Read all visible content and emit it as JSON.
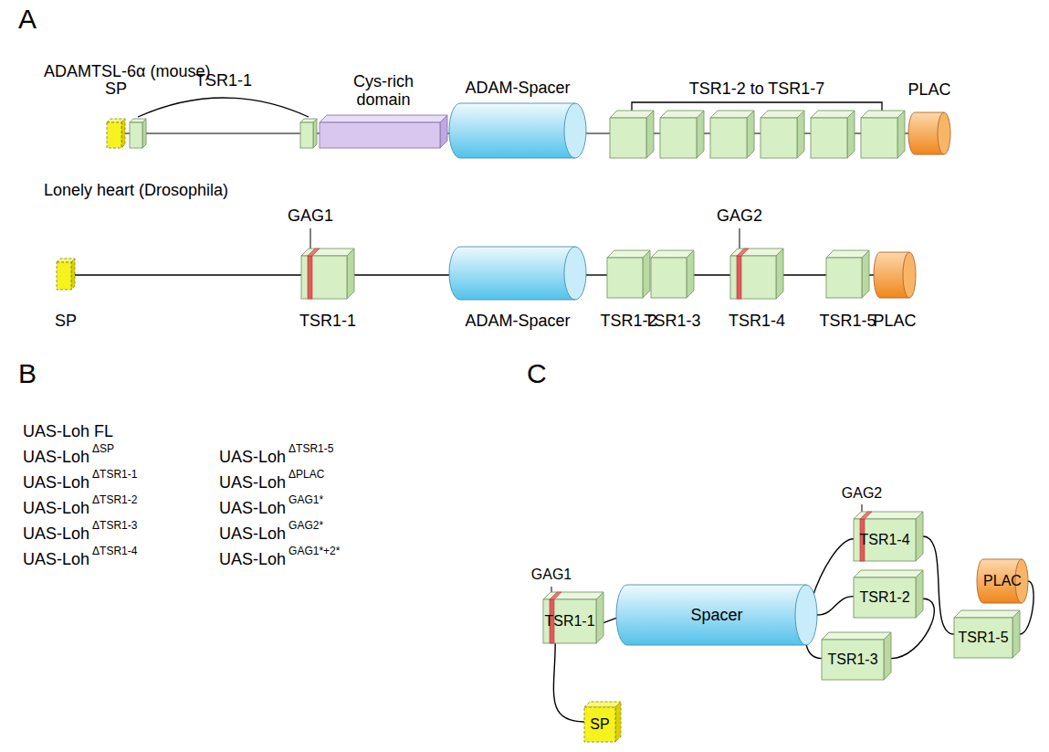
{
  "diagram": {
    "nodes": [
      {
        "text": [
          "SP"
        ]
      },
      {
        "text": [
          "Cys-rich domain"
        ]
      },
      {
        "text": [
          "ADAM-Spacer"
        ]
      },
      {
        "text": [
          "PLAC"
        ]
      },
      {
        "text": [
          "SP"
        ]
      },
      {
        "text": [
          "TSR1-1"
        ]
      },
      {
        "text": [
          "ADAM-Spacer"
        ]
      },
      {
        "text": [
          "TSR1-2"
        ]
      },
      {
        "text": [
          "TSR1-3"
        ]
      },
      {
        "text": [
          "TSR1-4"
        ]
      },
      {
        "text": [
          "TSR1-5"
        ]
      },
      {
        "text": [
          "PLAC"
        ]
      },
      {
        "text": [
          "TSR1-1"
        ]
      },
      {
        "text": [
          "SP"
        ]
      },
      {
        "text": [
          "Spacer"
        ]
      },
      {
        "text": [
          "TSR1-4"
        ]
      },
      {
        "text": [
          "TSR1-2"
        ]
      },
      {
        "text": [
          "PLAC"
        ]
      },
      {
        "text": [
          "TSR1-3"
        ]
      },
      {
        "text": [
          "TSR1-5"
        ]
      }
    ],
    "edges": [
      {
        "from": 4,
        "to": 5,
        "arrow": "none"
      },
      {
        "from": 5,
        "to": 6,
        "arrow": "none"
      },
      {
        "from": 6,
        "to": 7,
        "arrow": "none"
      },
      {
        "from": 8,
        "to": 9,
        "arrow": "none"
      },
      {
        "from": 9,
        "to": 10,
        "arrow": "none"
      },
      {
        "from": 10,
        "to": 11,
        "arrow": "none"
      },
      {
        "from": 13,
        "to": 12,
        "arrow": "none"
      },
      {
        "from": 12,
        "to": 14,
        "arrow": "none"
      },
      {
        "from": 14,
        "to": 16,
        "arrow": "none"
      },
      {
        "from": 16,
        "to": 18,
        "arrow": "none"
      },
      {
        "from": 18,
        "to": 15,
        "arrow": "none"
      },
      {
        "from": 15,
        "to": 19,
        "arrow": "none"
      },
      {
        "from": 19,
        "to": 17,
        "arrow": "none"
      }
    ],
    "labels": [
      "A",
      "ADAMTSL-6α (mouse)",
      "TSR1-1",
      "TSR1-2 to TSR1-7",
      "Lonely heart (Drosophila)",
      "GAG1",
      "GAG2",
      "B",
      "UAS-Loh FL",
      "UAS-Loh",
      "ΔSP",
      "UAS-Loh",
      "ΔTSR1-1",
      "UAS-Loh",
      "ΔTSR1-2",
      "UAS-Loh",
      "ΔTSR1-3",
      "UAS-Loh",
      "ΔTSR1-4",
      "UAS-Loh",
      "ΔTSR1-5",
      "UAS-Loh",
      "ΔPLAC",
      "UAS-Loh",
      "GAG1*",
      "UAS-Loh",
      "GAG2*",
      "UAS-Loh",
      "GAG1*+2*",
      "C",
      "GAG1",
      "GAG2"
    ]
  }
}
